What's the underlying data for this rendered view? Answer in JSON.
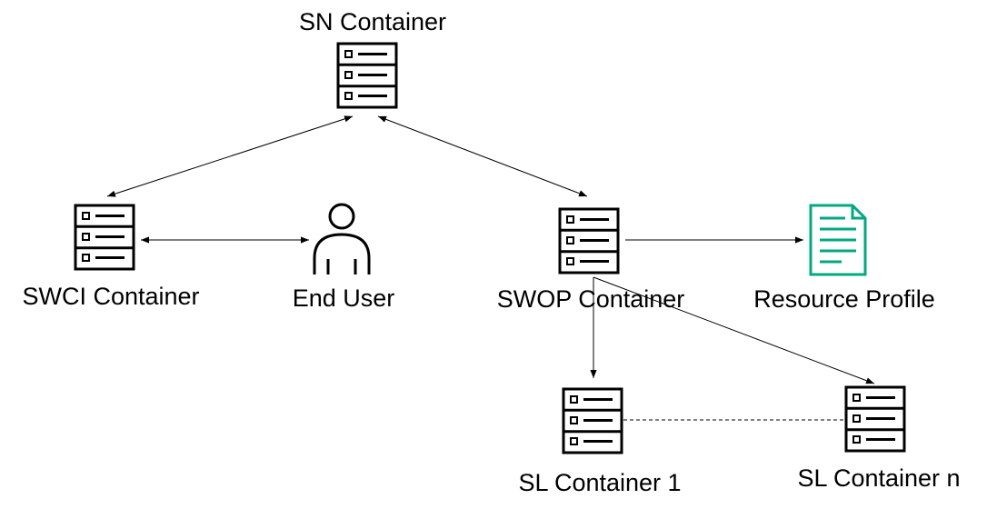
{
  "diagram": {
    "nodes": {
      "sn": {
        "label": "SN Container",
        "icon": "server-icon"
      },
      "swci": {
        "label": "SWCI Container",
        "icon": "server-icon"
      },
      "end_user": {
        "label": "End User",
        "icon": "user-icon"
      },
      "swop": {
        "label": "SWOP Container",
        "icon": "server-icon"
      },
      "resource_profile": {
        "label": "Resource Profile",
        "icon": "document-icon"
      },
      "sl1": {
        "label": "SL Container 1",
        "icon": "server-icon"
      },
      "sln": {
        "label": "SL Container n",
        "icon": "server-icon"
      }
    },
    "edges": [
      {
        "from": "sn",
        "to": "swci",
        "direction": "bidirectional",
        "style": "solid"
      },
      {
        "from": "sn",
        "to": "swop",
        "direction": "bidirectional",
        "style": "solid"
      },
      {
        "from": "swci",
        "to": "end_user",
        "direction": "bidirectional",
        "style": "solid"
      },
      {
        "from": "swop",
        "to": "resource_profile",
        "direction": "forward",
        "style": "solid"
      },
      {
        "from": "swop",
        "to": "sl1",
        "direction": "forward",
        "style": "solid"
      },
      {
        "from": "swop",
        "to": "sln",
        "direction": "forward",
        "style": "solid"
      },
      {
        "from": "sl1",
        "to": "sln",
        "direction": "none",
        "style": "dashed"
      }
    ],
    "colors": {
      "icon_stroke": "#000000",
      "document_accent": "#01A982"
    }
  }
}
